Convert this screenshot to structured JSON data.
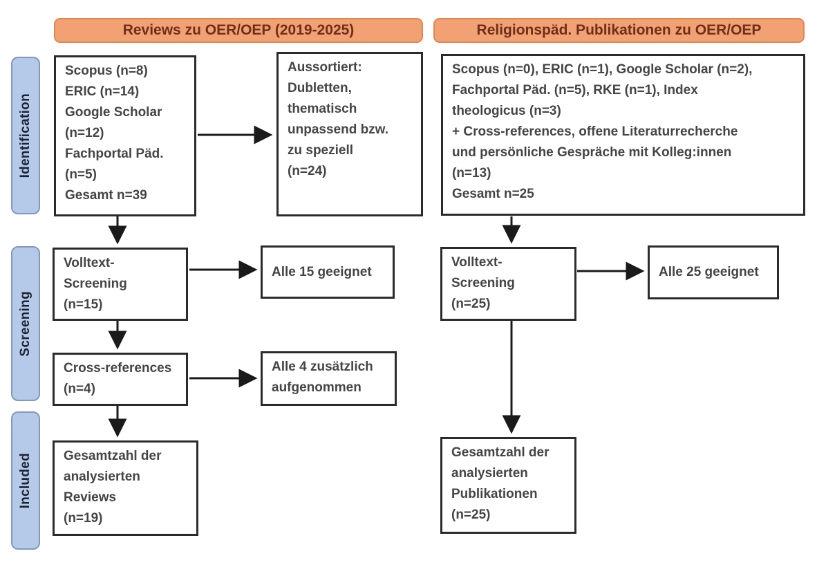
{
  "colors": {
    "header_fill": "#F1A173",
    "header_border": "#DF874F",
    "header_text": "#6E2F1A",
    "stage_fill": "#B5CAE8",
    "stage_border": "#8298BE",
    "stage_text": "#1C2433",
    "box_border": "#2B2B2B",
    "box_text": "#454545",
    "arrow": "#1A1A1A"
  },
  "headers": {
    "left": "Reviews zu OER/OEP (2019-2025)",
    "right": "Religionspäd. Publikationen zu OER/OEP"
  },
  "stages": {
    "identification": "Identification",
    "screening": "Screening",
    "included": "Included"
  },
  "boxes": {
    "reviews_sources": "Scopus (n=8)\nERIC (n=14)\nGoogle Scholar\n(n=12)\nFachportal Päd.\n(n=5)\nGesamt n=39",
    "sorted_out": "Aussortiert:\nDubletten,\nthematisch\nunpassend bzw.\nzu speziell\n(n=24)",
    "relpaed_sources": "Scopus (n=0), ERIC (n=1), Google Scholar (n=2),\nFachportal Päd. (n=5), RKE (n=1), Index\ntheologicus (n=3)\n+ Cross-references, offene Literaturrecherche\nund persönliche Gespräche mit Kolleg:innen\n(n=13)\nGesamt n=25",
    "fulltext_left": "Volltext-\nScreening\n(n=15)",
    "eligible_left": "Alle 15 geeignet",
    "cross_references": "Cross-references\n(n=4)",
    "added_left": "Alle 4 zusätzlich\naufgenommen",
    "total_left": "Gesamtzahl der\nanalysierten\nReviews\n(n=19)",
    "fulltext_right": "Volltext-\nScreening\n(n=25)",
    "eligible_right": "Alle 25 geeignet",
    "total_right": "Gesamtzahl der\nanalysierten\nPublikationen\n(n=25)"
  }
}
